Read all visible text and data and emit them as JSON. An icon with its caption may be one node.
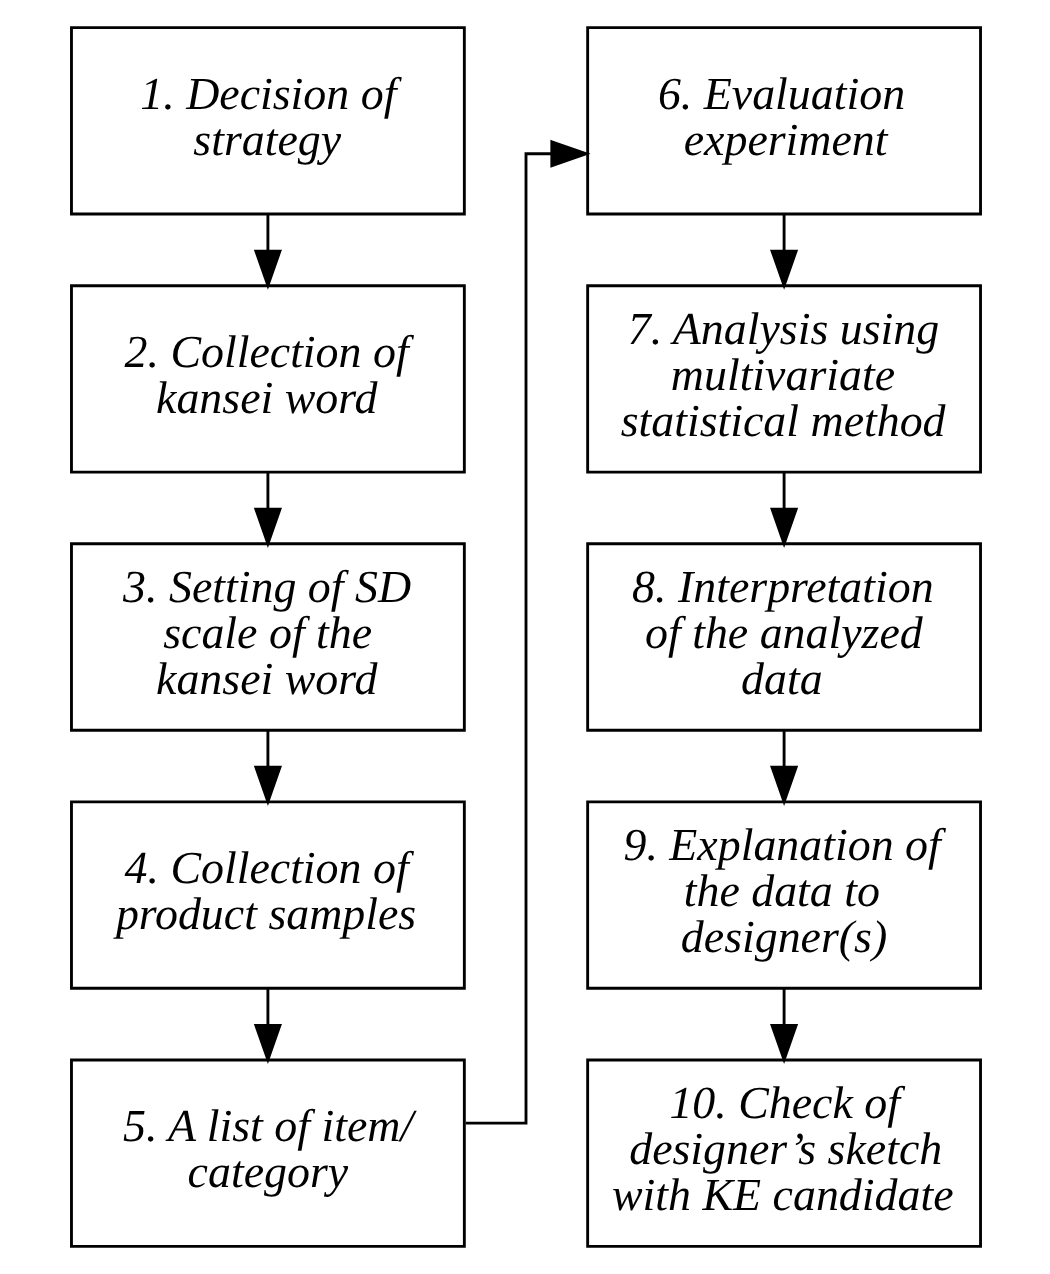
{
  "diagram": {
    "nodes": [
      {
        "text": [
          "1. Decision of strategy"
        ]
      },
      {
        "text": [
          "2. Collection of kansei word"
        ]
      },
      {
        "text": [
          "3. Setting of SD scale of the kansei word"
        ]
      },
      {
        "text": [
          "4. Collection of product samples"
        ]
      },
      {
        "text": [
          "5. A list of item/ category"
        ]
      },
      {
        "text": [
          "6. Evaluation experiment"
        ]
      },
      {
        "text": [
          "7. Analysis using multivariate statistical method"
        ]
      },
      {
        "text": [
          "8. Interpretation of the analyzed data"
        ]
      },
      {
        "text": [
          "9. Explanation of the data to designer(s)"
        ]
      },
      {
        "text": [
          "10. Check of designer’s sketch with KE candidate"
        ]
      }
    ],
    "edges": [
      {
        "from": 0,
        "to": 1,
        "arrow": "to"
      },
      {
        "from": 1,
        "to": 2,
        "arrow": "to"
      },
      {
        "from": 2,
        "to": 3,
        "arrow": "to"
      },
      {
        "from": 3,
        "to": 4,
        "arrow": "to"
      },
      {
        "from": 4,
        "to": 5,
        "arrow": "to"
      },
      {
        "from": 5,
        "to": 6,
        "arrow": "to"
      },
      {
        "from": 6,
        "to": 7,
        "arrow": "to"
      },
      {
        "from": 7,
        "to": 8,
        "arrow": "to"
      },
      {
        "from": 8,
        "to": 9,
        "arrow": "to"
      }
    ]
  }
}
